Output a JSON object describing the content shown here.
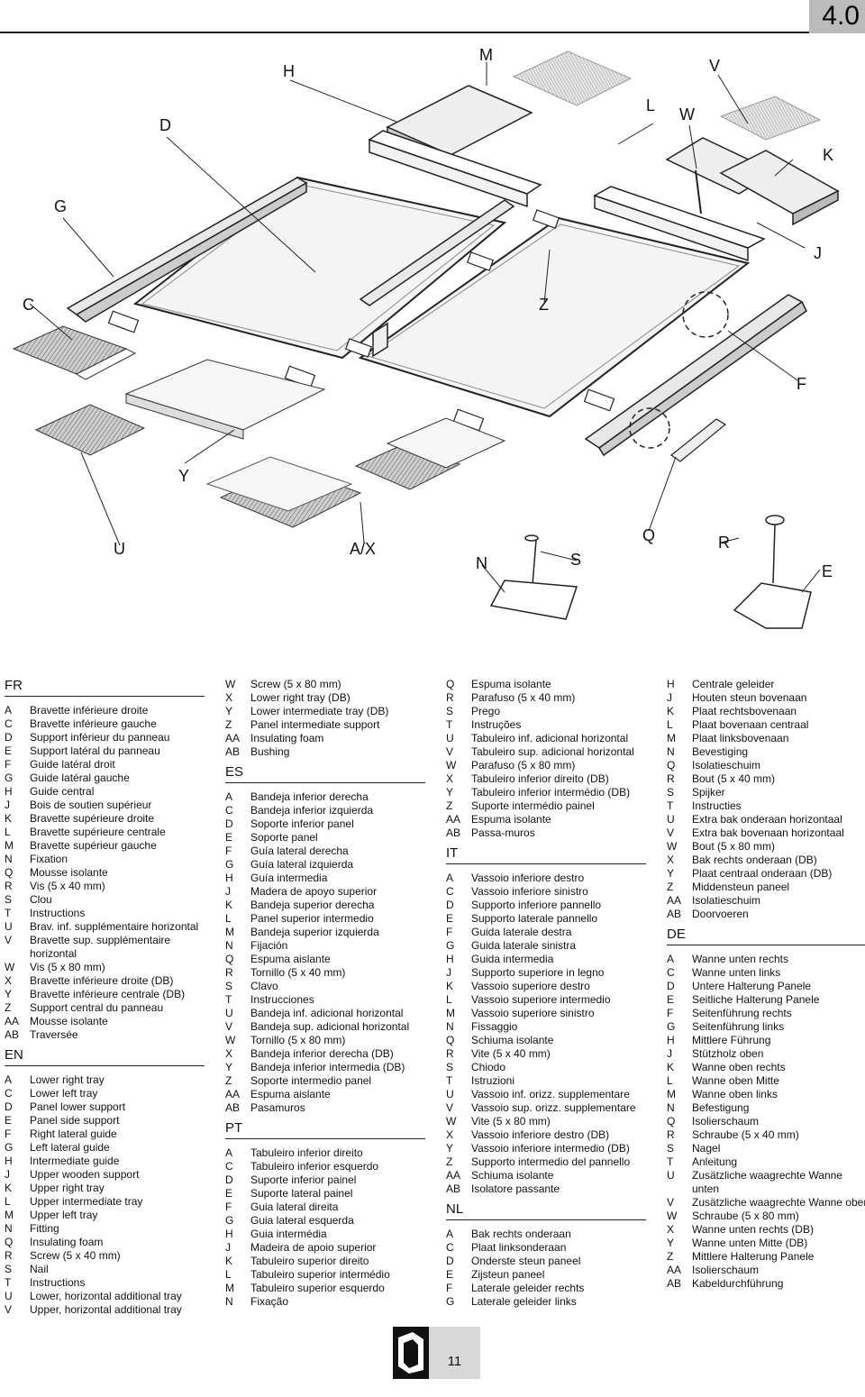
{
  "header": {
    "section_number": "4.0"
  },
  "diagram": {
    "labels": [
      "H",
      "M",
      "V",
      "D",
      "L",
      "W",
      "K",
      "G",
      "J",
      "C",
      "Z",
      "F",
      "Y",
      "U",
      "A/X",
      "Q",
      "R",
      "N",
      "S",
      "E"
    ]
  },
  "footer": {
    "page_number": "11"
  },
  "legend": [
    {
      "lang": "FR",
      "items": [
        [
          "A",
          "Bravette inférieure droite"
        ],
        [
          "C",
          "Bravette inférieure gauche"
        ],
        [
          "D",
          "Support inférieur du panneau"
        ],
        [
          "E",
          "Support latéral du panneau"
        ],
        [
          "F",
          "Guide latéral droit"
        ],
        [
          "G",
          "Guide latéral gauche"
        ],
        [
          "H",
          "Guide central"
        ],
        [
          "J",
          "Bois de soutien supérieur"
        ],
        [
          "K",
          "Bravette supérieure droite"
        ],
        [
          "L",
          "Bravette supérieure centrale"
        ],
        [
          "M",
          "Bravette supérieur gauche"
        ],
        [
          "N",
          "Fixation"
        ],
        [
          "Q",
          "Mousse isolante"
        ],
        [
          "R",
          "Vis (5 x 40 mm)"
        ],
        [
          "S",
          "Clou"
        ],
        [
          "T",
          "Instructions"
        ],
        [
          "U",
          "Brav. inf. supplémentaire horizontal"
        ],
        [
          "V",
          "Bravette sup. supplémentaire horizontal"
        ],
        [
          "W",
          "Vis (5 x 80 mm)"
        ],
        [
          "X",
          "Bravette inférieure droite (DB)"
        ],
        [
          "Y",
          "Bravette inférieure centrale (DB)"
        ],
        [
          "Z",
          "Support central du panneau"
        ],
        [
          "AA",
          "Mousse isolante"
        ],
        [
          "AB",
          "Traversée"
        ]
      ]
    },
    {
      "lang": "EN",
      "items": [
        [
          "A",
          "Lower right tray"
        ],
        [
          "C",
          "Lower left tray"
        ],
        [
          "D",
          "Panel lower support"
        ],
        [
          "E",
          "Panel side support"
        ],
        [
          "F",
          "Right lateral guide"
        ],
        [
          "G",
          "Left lateral guide"
        ],
        [
          "H",
          "Intermediate guide"
        ],
        [
          "J",
          "Upper wooden support"
        ],
        [
          "K",
          "Upper right tray"
        ],
        [
          "L",
          "Upper intermediate tray"
        ],
        [
          "M",
          "Upper left tray"
        ],
        [
          "N",
          "Fitting"
        ],
        [
          "Q",
          "Insulating foam"
        ],
        [
          "R",
          "Screw (5 x 40 mm)"
        ],
        [
          "S",
          "Nail"
        ],
        [
          "T",
          "Instructions"
        ],
        [
          "U",
          "Lower, horizontal additional tray"
        ],
        [
          "V",
          "Upper, horizontal additional tray"
        ],
        [
          "W",
          "Screw (5 x 80 mm)"
        ],
        [
          "X",
          "Lower right tray (DB)"
        ],
        [
          "Y",
          "Lower intermediate tray (DB)"
        ],
        [
          "Z",
          "Panel intermediate support"
        ],
        [
          "AA",
          "Insulating foam"
        ],
        [
          "AB",
          "Bushing"
        ]
      ]
    },
    {
      "lang": "ES",
      "items": [
        [
          "A",
          "Bandeja inferior derecha"
        ],
        [
          "C",
          "Bandeja inferior izquierda"
        ],
        [
          "D",
          "Soporte inferior panel"
        ],
        [
          "E",
          "Soporte panel"
        ],
        [
          "F",
          "Guía lateral derecha"
        ],
        [
          "G",
          "Guía lateral izquierda"
        ],
        [
          "H",
          "Guía intermedia"
        ],
        [
          "J",
          "Madera de apoyo superior"
        ],
        [
          "K",
          "Bandeja superior derecha"
        ],
        [
          "L",
          "Panel superior intermedio"
        ],
        [
          "M",
          "Bandeja superior izquierda"
        ],
        [
          "N",
          "Fijación"
        ],
        [
          "Q",
          "Espuma aislante"
        ],
        [
          "R",
          "Tornillo (5 x 40 mm)"
        ],
        [
          "S",
          "Clavo"
        ],
        [
          "T",
          "Instrucciones"
        ],
        [
          "U",
          "Bandeja inf. adicional horizontal"
        ],
        [
          "V",
          "Bandeja sup. adicional horizontal"
        ],
        [
          "W",
          "Tornillo (5 x 80 mm)"
        ],
        [
          "X",
          "Bandeja inferior derecha (DB)"
        ],
        [
          "Y",
          "Bandeja inferior intermedia (DB)"
        ],
        [
          "Z",
          "Soporte intermedio panel"
        ],
        [
          "AA",
          "Espuma aislante"
        ],
        [
          "AB",
          "Pasamuros"
        ]
      ]
    },
    {
      "lang": "PT",
      "items": [
        [
          "A",
          "Tabuleiro inferior direito"
        ],
        [
          "C",
          "Tabuleiro inferior esquerdo"
        ],
        [
          "D",
          "Suporte inferior painel"
        ],
        [
          "E",
          "Suporte lateral painel"
        ],
        [
          "F",
          "Guia lateral direita"
        ],
        [
          "G",
          "Guia lateral esquerda"
        ],
        [
          "H",
          "Guia intermédia"
        ],
        [
          "J",
          "Madeira de apoio superior"
        ],
        [
          "K",
          "Tabuleiro superior direito"
        ],
        [
          "L",
          "Tabuleiro superior intermédio"
        ],
        [
          "M",
          "Tabuleiro superior esquerdo"
        ],
        [
          "N",
          "Fixação"
        ],
        [
          "Q",
          "Espuma isolante"
        ],
        [
          "R",
          "Parafuso (5 x 40 mm)"
        ],
        [
          "S",
          "Prego"
        ],
        [
          "T",
          "Instruções"
        ],
        [
          "U",
          "Tabuleiro inf. adicional horizontal"
        ],
        [
          "V",
          "Tabuleiro sup. adicional horizontal"
        ],
        [
          "W",
          "Parafuso (5 x 80 mm)"
        ],
        [
          "X",
          "Tabuleiro inferior direito (DB)"
        ],
        [
          "Y",
          "Tabuleiro inferior intermédio (DB)"
        ],
        [
          "Z",
          "Suporte intermédio painel"
        ],
        [
          "AA",
          "Espuma isolante"
        ],
        [
          "AB",
          "Passa-muros"
        ]
      ]
    },
    {
      "lang": "IT",
      "items": [
        [
          "A",
          "Vassoio inferiore destro"
        ],
        [
          "C",
          "Vassoio inferiore sinistro"
        ],
        [
          "D",
          "Supporto inferiore pannello"
        ],
        [
          "E",
          "Supporto laterale pannello"
        ],
        [
          "F",
          "Guida laterale destra"
        ],
        [
          "G",
          "Guida laterale sinistra"
        ],
        [
          "H",
          "Guida intermedia"
        ],
        [
          "J",
          "Supporto superiore in legno"
        ],
        [
          "K",
          "Vassoio superiore destro"
        ],
        [
          "L",
          "Vassoio superiore intermedio"
        ],
        [
          "M",
          "Vassoio superiore sinistro"
        ],
        [
          "N",
          "Fissaggio"
        ],
        [
          "Q",
          "Schiuma isolante"
        ],
        [
          "R",
          "Vite (5 x 40 mm)"
        ],
        [
          "S",
          "Chiodo"
        ],
        [
          "T",
          "Istruzioni"
        ],
        [
          "U",
          "Vassoio inf. orizz. supplementare"
        ],
        [
          "V",
          "Vassoio sup. orizz. supplementare"
        ],
        [
          "W",
          "Vite (5 x 80 mm)"
        ],
        [
          "X",
          "Vassoio inferiore destro (DB)"
        ],
        [
          "Y",
          "Vassoio inferiore intermedio (DB)"
        ],
        [
          "Z",
          "Supporto intermedio del pannello"
        ],
        [
          "AA",
          "Schiuma isolante"
        ],
        [
          "AB",
          "Isolatore passante"
        ]
      ]
    },
    {
      "lang": "NL",
      "items": [
        [
          "A",
          "Bak rechts onderaan"
        ],
        [
          "C",
          "Plaat linksonderaan"
        ],
        [
          "D",
          "Onderste steun paneel"
        ],
        [
          "E",
          "Zijsteun paneel"
        ],
        [
          "F",
          "Laterale geleider rechts"
        ],
        [
          "G",
          "Laterale geleider links"
        ],
        [
          "H",
          "Centrale geleider"
        ],
        [
          "J",
          "Houten steun bovenaan"
        ],
        [
          "K",
          "Plaat rechtsbovenaan"
        ],
        [
          "L",
          "Plaat bovenaan centraal"
        ],
        [
          "M",
          "Plaat linksbovenaan"
        ],
        [
          "N",
          "Bevestiging"
        ],
        [
          "Q",
          "Isolatieschuim"
        ],
        [
          "R",
          "Bout (5 x 40 mm)"
        ],
        [
          "S",
          "Spijker"
        ],
        [
          "T",
          "Instructies"
        ],
        [
          "U",
          "Extra bak onderaan horizontaal"
        ],
        [
          "V",
          "Extra bak bovenaan horizontaal"
        ],
        [
          "W",
          "Bout (5 x 80 mm)"
        ],
        [
          "X",
          "Bak rechts onderaan (DB)"
        ],
        [
          "Y",
          "Plaat centraal onderaan (DB)"
        ],
        [
          "Z",
          "Middensteun paneel"
        ],
        [
          "AA",
          "Isolatieschuim"
        ],
        [
          "AB",
          "Doorvoeren"
        ]
      ]
    },
    {
      "lang": "DE",
      "items": [
        [
          "A",
          "Wanne unten rechts"
        ],
        [
          "C",
          "Wanne unten links"
        ],
        [
          "D",
          "Untere Halterung Panele"
        ],
        [
          "E",
          "Seitliche Halterung Panele"
        ],
        [
          "F",
          "Seitenführung rechts"
        ],
        [
          "G",
          "Seitenführung links"
        ],
        [
          "H",
          "Mittlere Führung"
        ],
        [
          "J",
          "Stützholz oben"
        ],
        [
          "K",
          "Wanne oben rechts"
        ],
        [
          "L",
          "Wanne oben Mitte"
        ],
        [
          "M",
          "Wanne oben links"
        ],
        [
          "N",
          "Befestigung"
        ],
        [
          "Q",
          "Isolierschaum"
        ],
        [
          "R",
          "Schraube (5 x 40 mm)"
        ],
        [
          "S",
          "Nagel"
        ],
        [
          "T",
          "Anleitung"
        ],
        [
          "U",
          "Zusätzliche waagrechte Wanne unten"
        ],
        [
          "V",
          "Zusätzliche waagrechte Wanne oben"
        ],
        [
          "W",
          "Schraube (5 x 80 mm)"
        ],
        [
          "X",
          "Wanne unten rechts (DB)"
        ],
        [
          "Y",
          "Wanne unten Mitte (DB)"
        ],
        [
          "Z",
          "Mittlere Halterung Panele"
        ],
        [
          "AA",
          "Isolierschaum"
        ],
        [
          "AB",
          "Kabeldurchführung"
        ]
      ]
    }
  ]
}
